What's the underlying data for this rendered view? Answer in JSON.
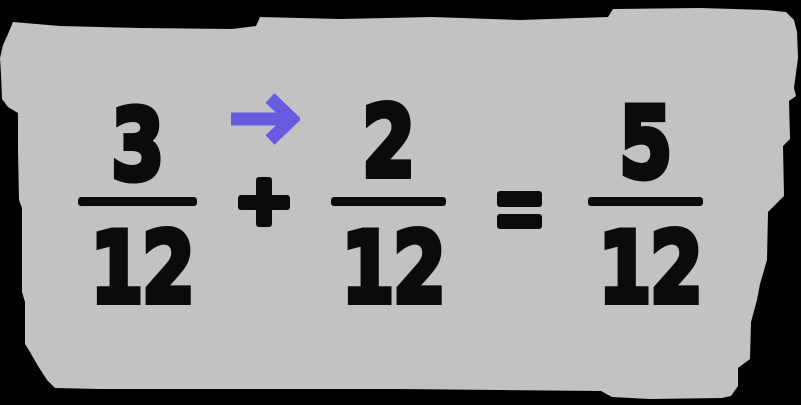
{
  "colors": {
    "background": "#000000",
    "panel": "#c3c2c3",
    "ink": "#0b0b0b",
    "arrow": "#675ce0"
  },
  "icons": {
    "arrow": "right-arrow"
  },
  "equation": {
    "addend1": {
      "numerator": "3",
      "denominator": "12"
    },
    "plus": "+",
    "addend2": {
      "numerator": "2",
      "denominator": "12"
    },
    "equals": "=",
    "sum": {
      "numerator": "5",
      "denominator": "12"
    }
  }
}
